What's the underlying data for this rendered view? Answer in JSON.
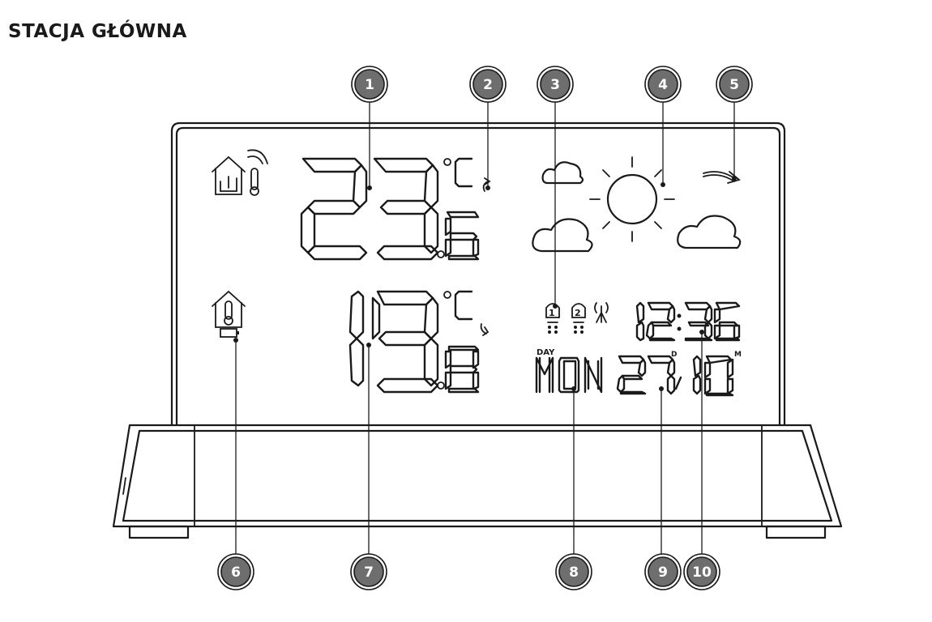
{
  "title": "STACJA GŁÓWNA",
  "display": {
    "outdoor_temp": "23.6",
    "outdoor_unit": "°C",
    "indoor_temp": "19.8",
    "indoor_unit": "°C",
    "time": "12:36",
    "weekday": "MON",
    "day_label": "DAY",
    "date_day": "27",
    "date_day_marker": "D",
    "date_separator": "/",
    "date_month": "10",
    "date_month_marker": "M",
    "alarm_1": "1",
    "alarm_2": "2"
  },
  "icons": [
    "outdoor-house-thermometer-icon",
    "indoor-house-thermometer-icon",
    "battery-icon",
    "trend-up-arrow-icon",
    "trend-down-arrow-icon",
    "alarm-1-icon",
    "alarm-2-icon",
    "radio-signal-icon",
    "sun-icon",
    "cloud-icon",
    "pressure-trend-arrow-icon"
  ],
  "callouts": [
    "1",
    "2",
    "3",
    "4",
    "5",
    "6",
    "7",
    "8",
    "9",
    "10"
  ]
}
